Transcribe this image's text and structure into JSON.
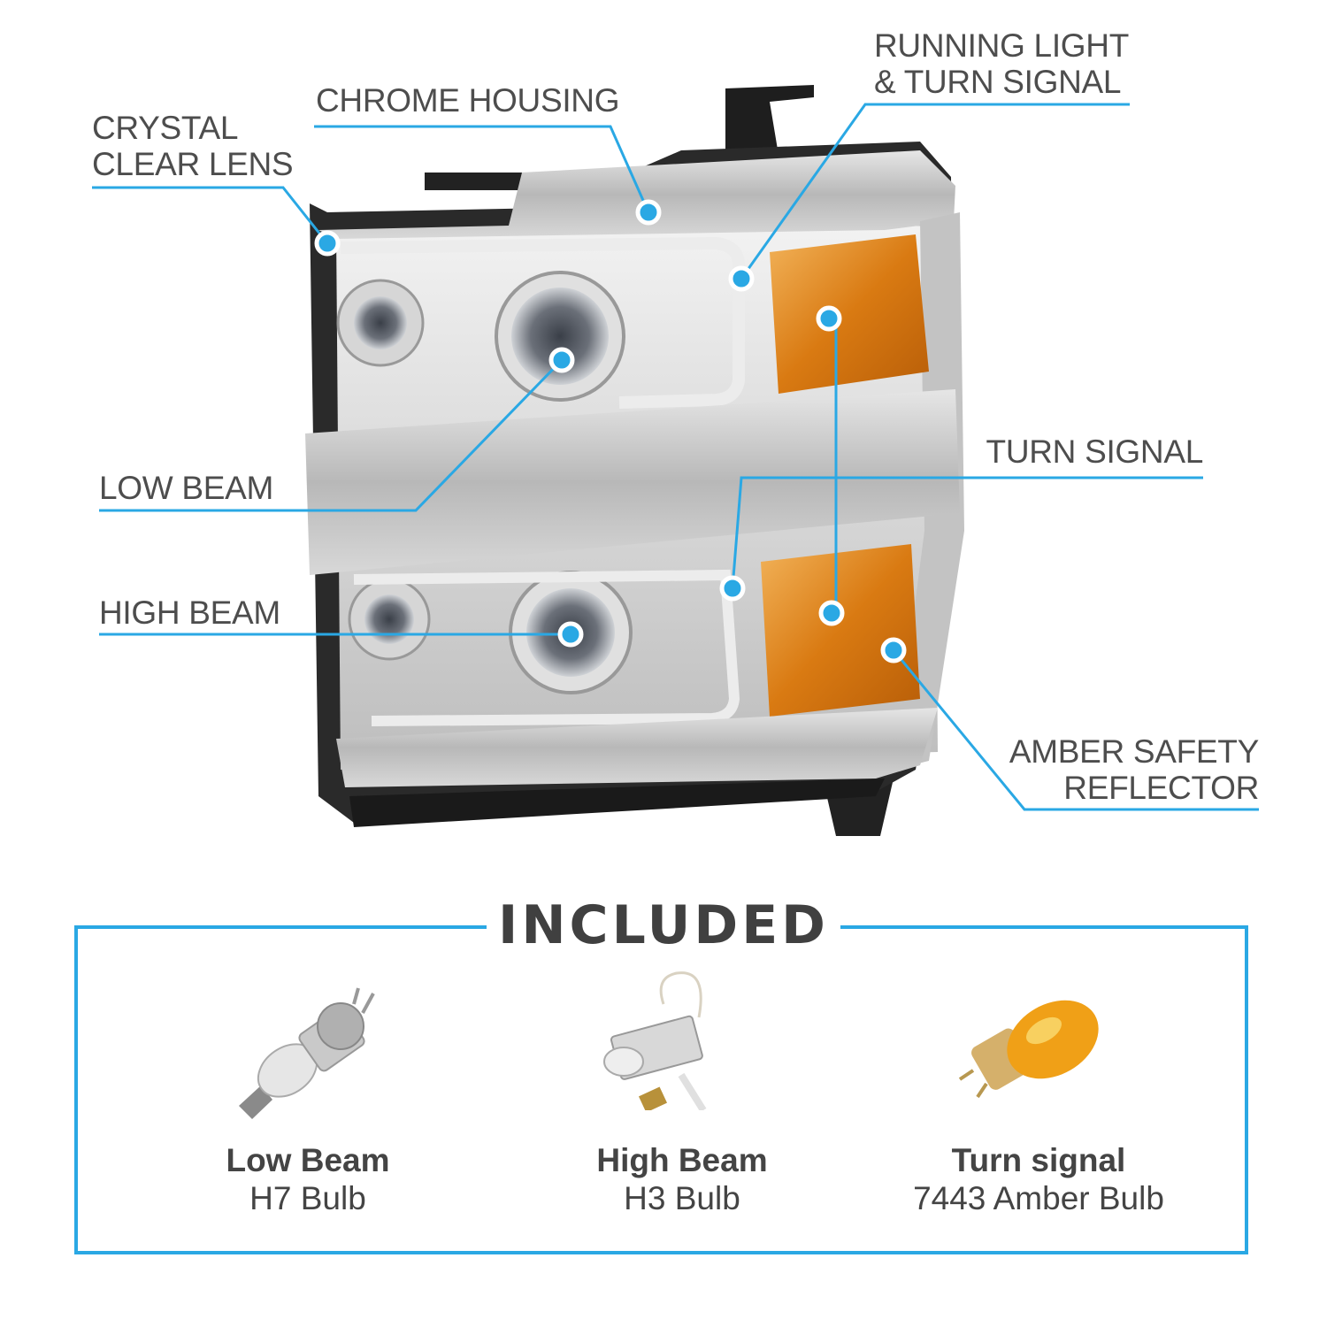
{
  "callouts": {
    "crystal_clear_lens": "CRYSTAL\nCLEAR LENS",
    "chrome_housing": "CHROME HOUSING",
    "running_light_turn_signal": "RUNNING LIGHT\n& TURN SIGNAL",
    "turn_signal": "TURN SIGNAL",
    "low_beam": "LOW BEAM",
    "high_beam": "HIGH BEAM",
    "amber_safety_reflector": "AMBER SAFETY\nREFLECTOR"
  },
  "included": {
    "title": "INCLUDED",
    "items": [
      {
        "name": "Low Beam",
        "type": "H7 Bulb",
        "icon": "h7-bulb-icon"
      },
      {
        "name": "High Beam",
        "type": "H3 Bulb",
        "icon": "h3-bulb-icon"
      },
      {
        "name": "Turn signal",
        "type": "7443 Amber Bulb",
        "icon": "7443-bulb-icon"
      }
    ]
  },
  "colors": {
    "accent": "#2aa8e4",
    "chrome": "#c9c9c9",
    "amber": "#e98a1a",
    "text": "#4d4d4d"
  }
}
